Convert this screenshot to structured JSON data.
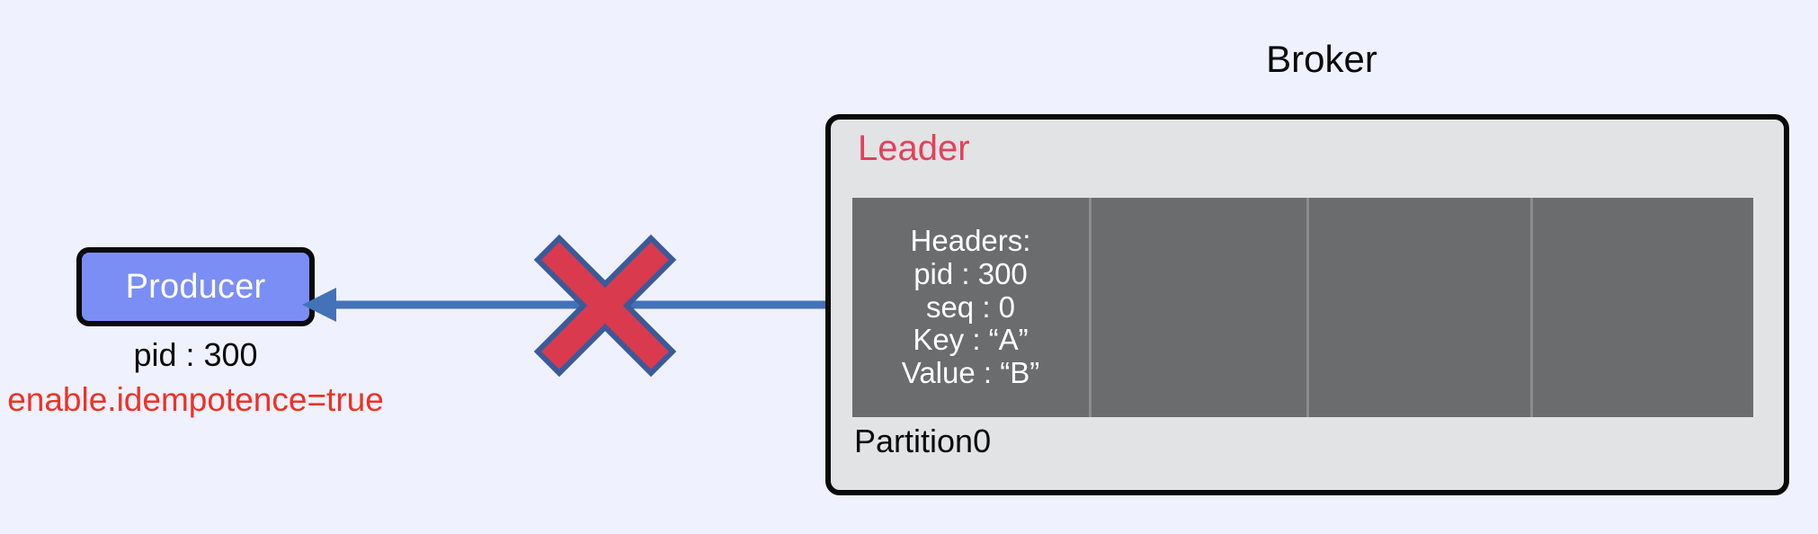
{
  "background_color": "#eff1fe",
  "producer": {
    "label": "Producer",
    "box_fill": "#7b8ef5",
    "box_border": "#0a0a0a",
    "pid_text": "pid : 300",
    "config_text": "enable.idempotence=true",
    "config_color": "#ef3124"
  },
  "connector": {
    "arrow_name": "ack-arrow-broker-to-producer",
    "arrow_color": "#4472b8",
    "arrow_direction": "right-to-left",
    "blocked_marker": {
      "name": "red-x-blocked-icon",
      "fill": "#d93a4e",
      "stroke": "#3a5a9a",
      "meaning": "ack lost / duplicate rejected"
    }
  },
  "broker": {
    "title": "Broker",
    "panel_fill": "#e2e3e5",
    "panel_border": "#0a0a0a",
    "leader_label": "Leader",
    "leader_color": "#e5405a",
    "partition_label": "Partition0",
    "strip": {
      "cell_fill": "#6b6c6e",
      "divider_color": "#8b8c8e",
      "cells": [
        {
          "index": 0,
          "occupied": true,
          "lines": [
            "Headers:",
            "pid : 300",
            "seq : 0",
            "Key : “A”",
            "Value : “B”"
          ]
        },
        {
          "index": 1,
          "occupied": false,
          "lines": []
        },
        {
          "index": 2,
          "occupied": false,
          "lines": []
        },
        {
          "index": 3,
          "occupied": false,
          "lines": []
        }
      ]
    }
  }
}
